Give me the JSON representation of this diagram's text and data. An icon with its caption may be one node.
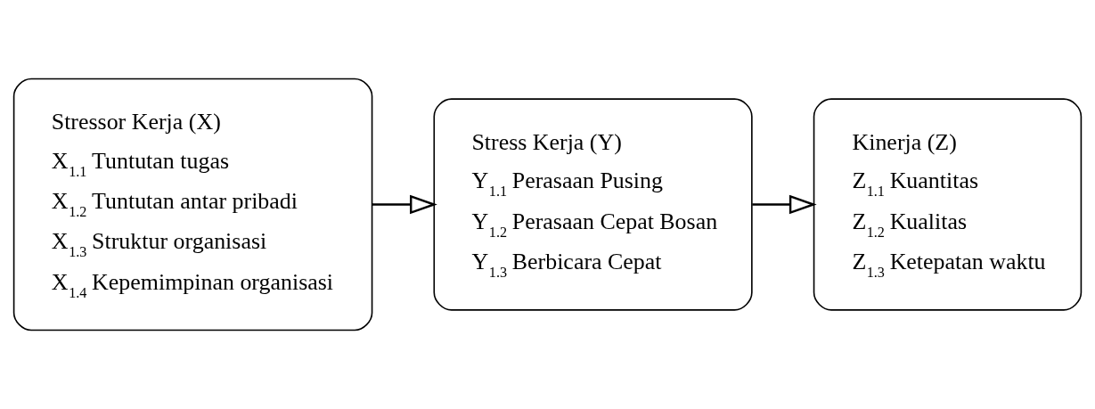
{
  "diagram": {
    "nodes": [
      {
        "text": [
          "Stressor Kerja (X)",
          "X$_{1.1}$ Tuntutan tugas",
          "X$_{1.2}$ Tuntutan antar pribadi",
          "X$_{1.3}$ Struktur organisasi",
          "X$_{1.4}$ Kepemimpinan organisasi"
        ]
      },
      {
        "text": [
          "Stress Kerja (Y)",
          "Y$_{1.1}$ Perasaan Pusing",
          "Y$_{1.2}$ Perasaan Cepat Bosan",
          "Y$_{1.3}$ Berbicara Cepat"
        ]
      },
      {
        "text": [
          "Kinerja (Z)",
          "Z$_{1.1}$ Kuantitas",
          "Z$_{1.2}$ Kualitas",
          "Z$_{1.3}$ Ketepatan waktu"
        ]
      }
    ],
    "edges": [
      {
        "from": 0,
        "to": 1,
        "arrow": "to"
      },
      {
        "from": 1,
        "to": 2,
        "arrow": "to"
      }
    ]
  }
}
